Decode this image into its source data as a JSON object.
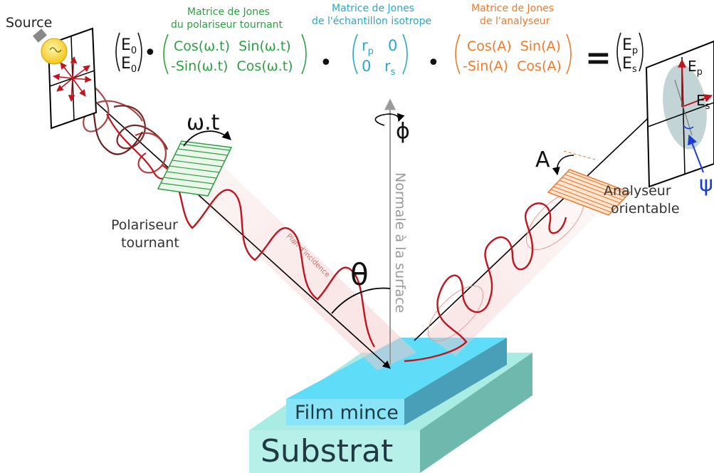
{
  "labels": {
    "source": "Source",
    "polariser": [
      "Polariseur",
      "tournant"
    ],
    "analyser": [
      "Analyseur",
      "orientable"
    ],
    "normal": "Normale à la surface",
    "plane": "Plan d'incidence",
    "omega_t": "ω.t",
    "theta": "θ",
    "phi": "ϕ",
    "A": "A",
    "psi": "ψ",
    "ep": "E",
    "ep_sub": "p",
    "es": "E",
    "es_sub": "s",
    "film": "Film mince",
    "substrate": "Substrat"
  },
  "matrices": {
    "input_vector": {
      "row1": "E",
      "row2": "E",
      "sub": "0"
    },
    "polariser": {
      "title": [
        "Matrice de Jones",
        "du polariseur tournant"
      ],
      "row1": "Cos(ω.t)  Sin(ω.t)",
      "row2": "-Sin(ω.t)  Cos(ω.t)",
      "color": "#2ea043"
    },
    "sample": {
      "title": [
        "Matrice de Jones",
        "de l'échantillon isotrope"
      ],
      "r": "r",
      "rp_sub": "p",
      "rs_sub": "s",
      "zero": "0",
      "color": "#2aa7c8"
    },
    "analyser": {
      "title": [
        "Matrice de Jones",
        "de l'analyseur"
      ],
      "row1": "Cos(A)  Sin(A)",
      "row2": "-Sin(A)  Cos(A)",
      "color": "#f07a2a"
    },
    "output_vector": {
      "row1": "E",
      "row1_sub": "p",
      "row2": "E",
      "row2_sub": "s"
    },
    "dot": "•",
    "equals": "="
  },
  "colors": {
    "wave": "#c0141e",
    "film": "#47d4f4",
    "substrate": "#7fe0d4",
    "psi": "#1a3dd6",
    "normal": "#9a9a9a"
  }
}
